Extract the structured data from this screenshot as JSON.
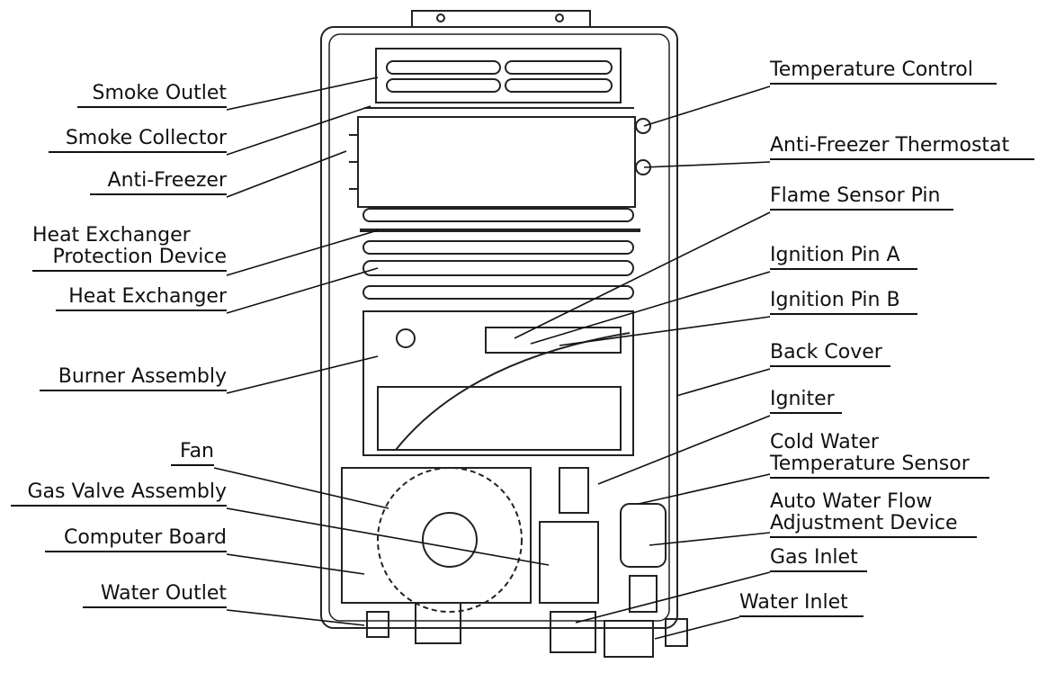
{
  "labels": {
    "smoke_outlet": "Smoke Outlet",
    "smoke_collector": "Smoke Collector",
    "anti_freezer": "Anti-Freezer",
    "heat_exchanger_protection_1": "Heat Exchanger",
    "heat_exchanger_protection_2": "Protection Device",
    "heat_exchanger": "Heat Exchanger",
    "burner_assembly": "Burner Assembly",
    "fan": "Fan",
    "gas_valve_assembly": "Gas Valve Assembly",
    "computer_board": "Computer Board",
    "water_outlet": "Water Outlet",
    "temperature_control": "Temperature Control",
    "anti_freezer_thermostat": "Anti-Freezer Thermostat",
    "flame_sensor_pin": "Flame Sensor Pin",
    "ignition_pin_a": "Ignition Pin A",
    "ignition_pin_b": "Ignition Pin B",
    "back_cover": "Back Cover",
    "igniter": "Igniter",
    "cold_water_sensor_1": "Cold Water",
    "cold_water_sensor_2": "Temperature Sensor",
    "auto_flow_1": "Auto Water Flow",
    "auto_flow_2": "Adjustment Device",
    "gas_inlet": "Gas Inlet",
    "water_inlet": "Water Inlet"
  }
}
